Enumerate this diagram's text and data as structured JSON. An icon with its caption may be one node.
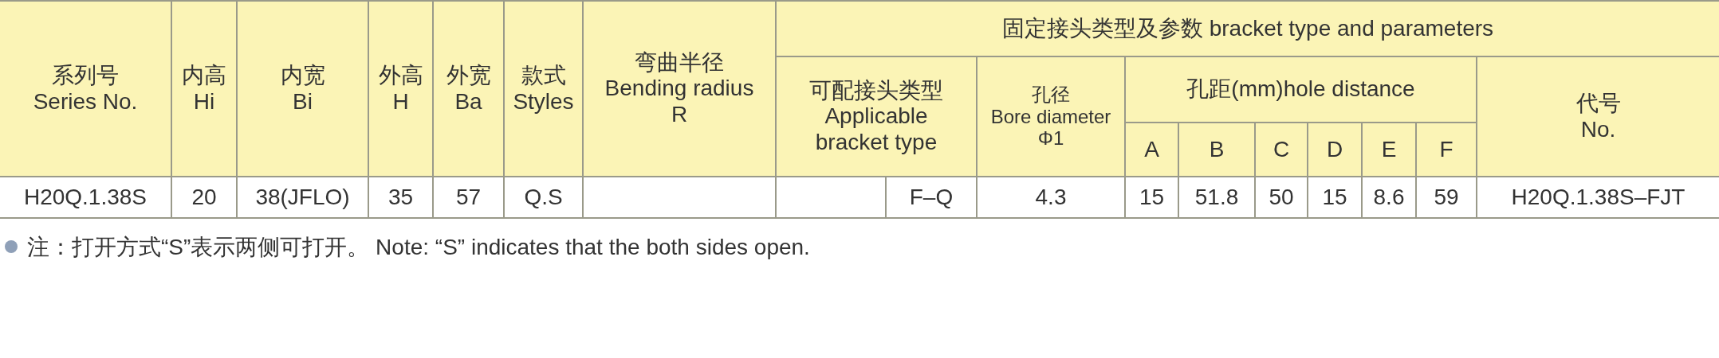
{
  "diagram": {
    "labels": [
      "系列号 Series No.",
      "内高 Hi",
      "内宽 Bi",
      "外高 H",
      "外宽 Ba",
      "款式 Styles",
      "弯曲半径 Bending radius R",
      "固定接头类型及参数 bracket type and parameters",
      "可配接头类型 Applicable bracket type",
      "孔径 Bore diameter Φ1",
      "孔距(mm)hole distance",
      "代号 No.",
      "A",
      "B",
      "C",
      "D",
      "E",
      "F",
      "H20Q.1.38S",
      "20",
      "38(JFLO)",
      "35",
      "57",
      "Q.S",
      "F–Q",
      "4.3",
      "15",
      "51.8",
      "50",
      "15",
      "8.6",
      "59",
      "H20Q.1.38S–FJT",
      "注：打开方式“S”表示两侧可打开。 Note: “S” indicates that the both sides open."
    ]
  }
}
